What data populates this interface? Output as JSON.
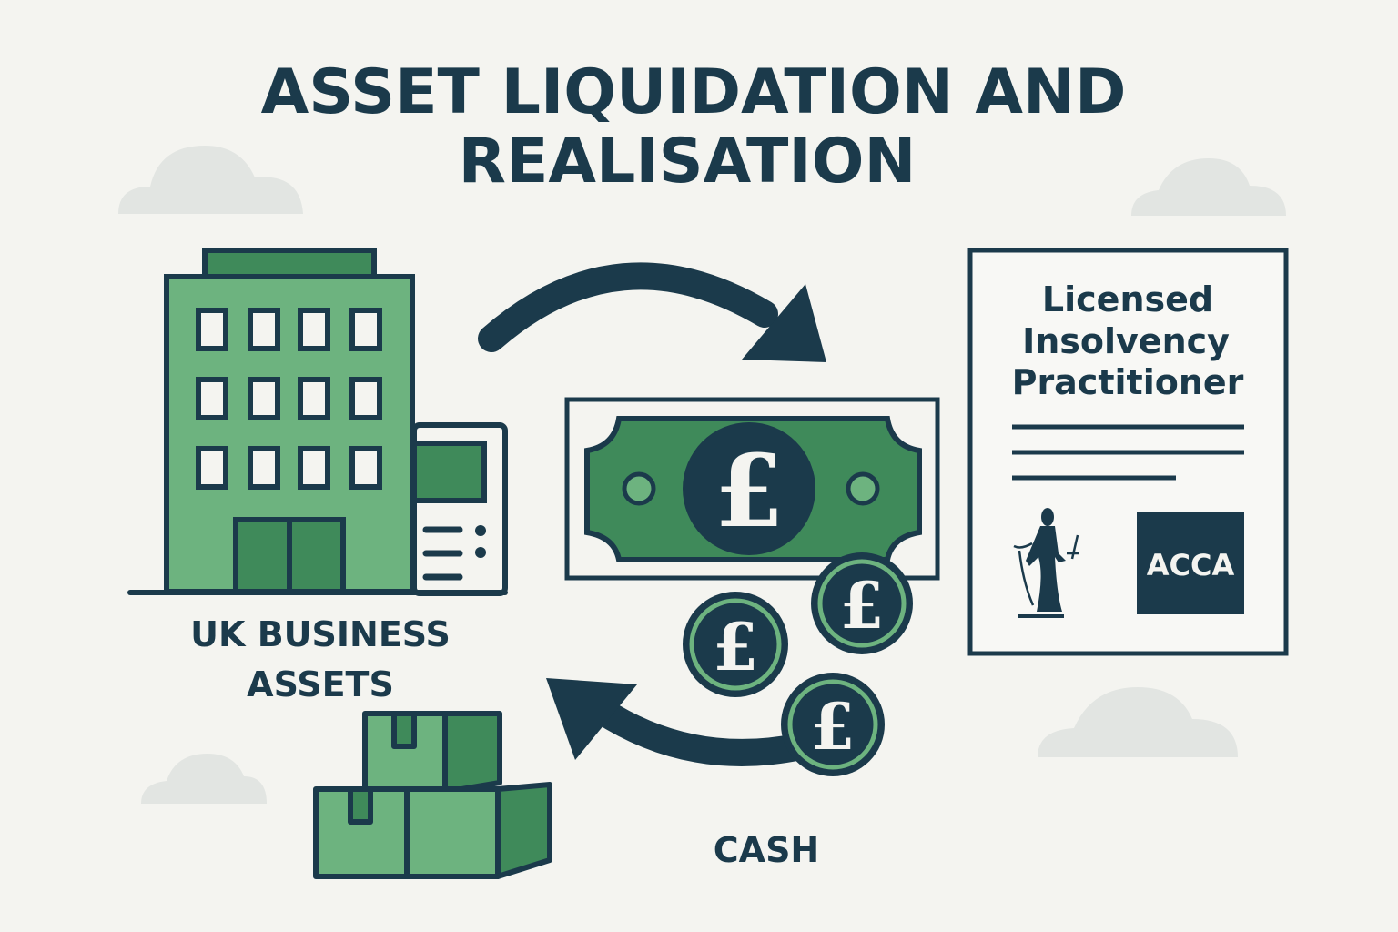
{
  "title": {
    "line1": "ASSET LIQUIDATION AND",
    "line2": "REALISATION"
  },
  "labels": {
    "assets_line1": "UK BUSINESS",
    "assets_line2": "ASSETS",
    "cash": "CASH"
  },
  "certificate": {
    "line1": "Licensed",
    "line2": "Insolvency",
    "line3": "Practitioner",
    "logo": "ACCA"
  },
  "currency_symbol": "£",
  "colors": {
    "navy": "#1b3a4b",
    "green_light": "#6db37f",
    "green_dark": "#3f8a5a",
    "background": "#f4f4f0",
    "cloud": "#e2e5e2"
  }
}
